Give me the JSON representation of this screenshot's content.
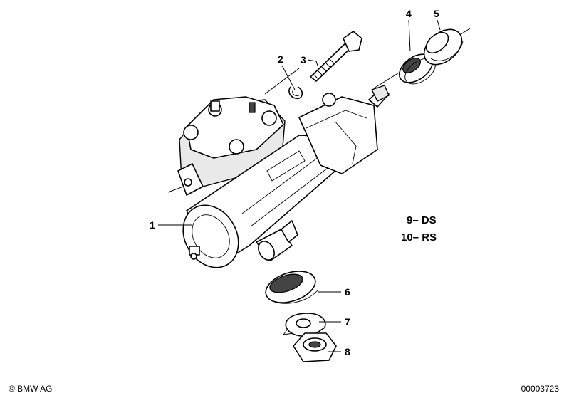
{
  "callouts": [
    {
      "id": "1",
      "label": "1"
    },
    {
      "id": "2",
      "label": "2"
    },
    {
      "id": "3",
      "label": "3"
    },
    {
      "id": "4",
      "label": "4"
    },
    {
      "id": "5",
      "label": "5"
    },
    {
      "id": "6",
      "label": "6"
    },
    {
      "id": "7",
      "label": "7"
    },
    {
      "id": "8",
      "label": "8"
    }
  ],
  "legend": [
    {
      "label": "9– DS"
    },
    {
      "label": "10– RS"
    }
  ],
  "footer": {
    "copyright": "© BMW AG",
    "document_number": "00003723"
  }
}
